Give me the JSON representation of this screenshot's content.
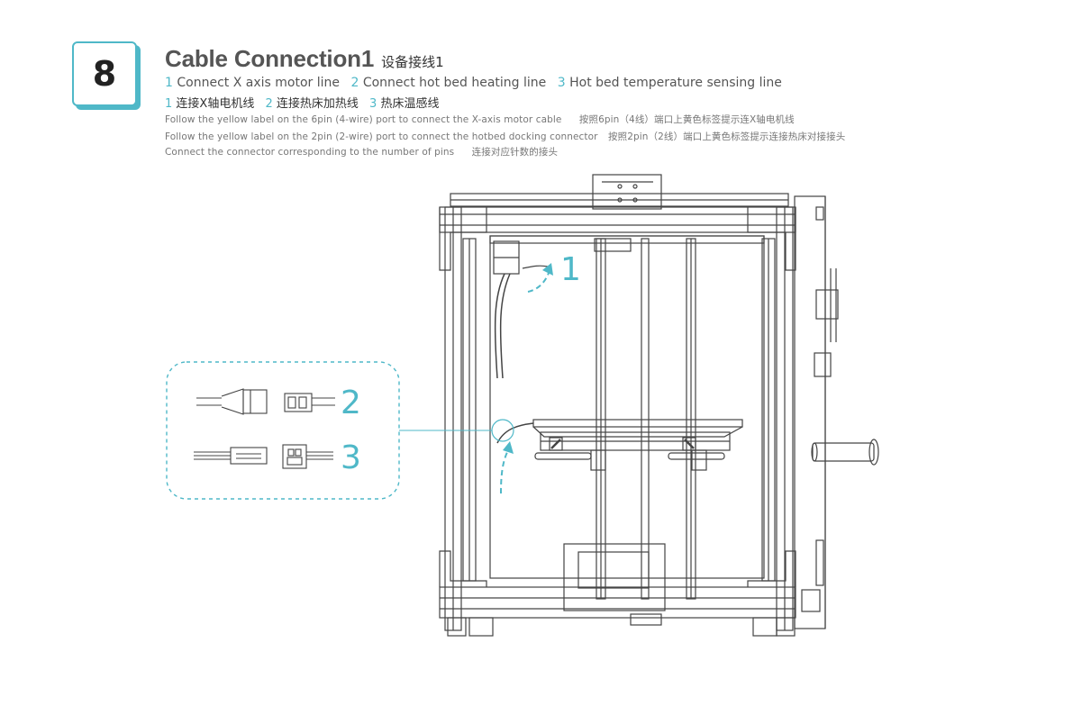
{
  "step": {
    "number": "8"
  },
  "header": {
    "title": "Cable Connection1",
    "title_cn": "设备接线1"
  },
  "legend_en": [
    {
      "num": "1",
      "text": "Connect X axis motor line"
    },
    {
      "num": "2",
      "text": "Connect hot bed heating line"
    },
    {
      "num": "3",
      "text": "Hot bed temperature sensing line"
    }
  ],
  "legend_cn": [
    {
      "num": "1",
      "text": "连接X轴电机线"
    },
    {
      "num": "2",
      "text": "连接热床加热线"
    },
    {
      "num": "3",
      "text": "热床温感线"
    }
  ],
  "notes": [
    {
      "en": "Follow the yellow label on the 6pin (4-wire) port to connect the X-axis motor cable",
      "cn": "按照6pin（4线）端口上黄色标签提示连X轴电机线"
    },
    {
      "en": "Follow the yellow label on the 2pin (2-wire) port to connect the hotbed docking connector",
      "cn": "按照2pin（2线）端口上黄色标签提示连接热床对接接头"
    },
    {
      "en": "Connect the connector corresponding to the number of pins",
      "cn": "连接对应针数的接头"
    }
  ],
  "callouts": {
    "c1": "1",
    "c2": "2",
    "c3": "3"
  },
  "colors": {
    "accent": "#4fb8c8",
    "line_art": "#444444"
  }
}
